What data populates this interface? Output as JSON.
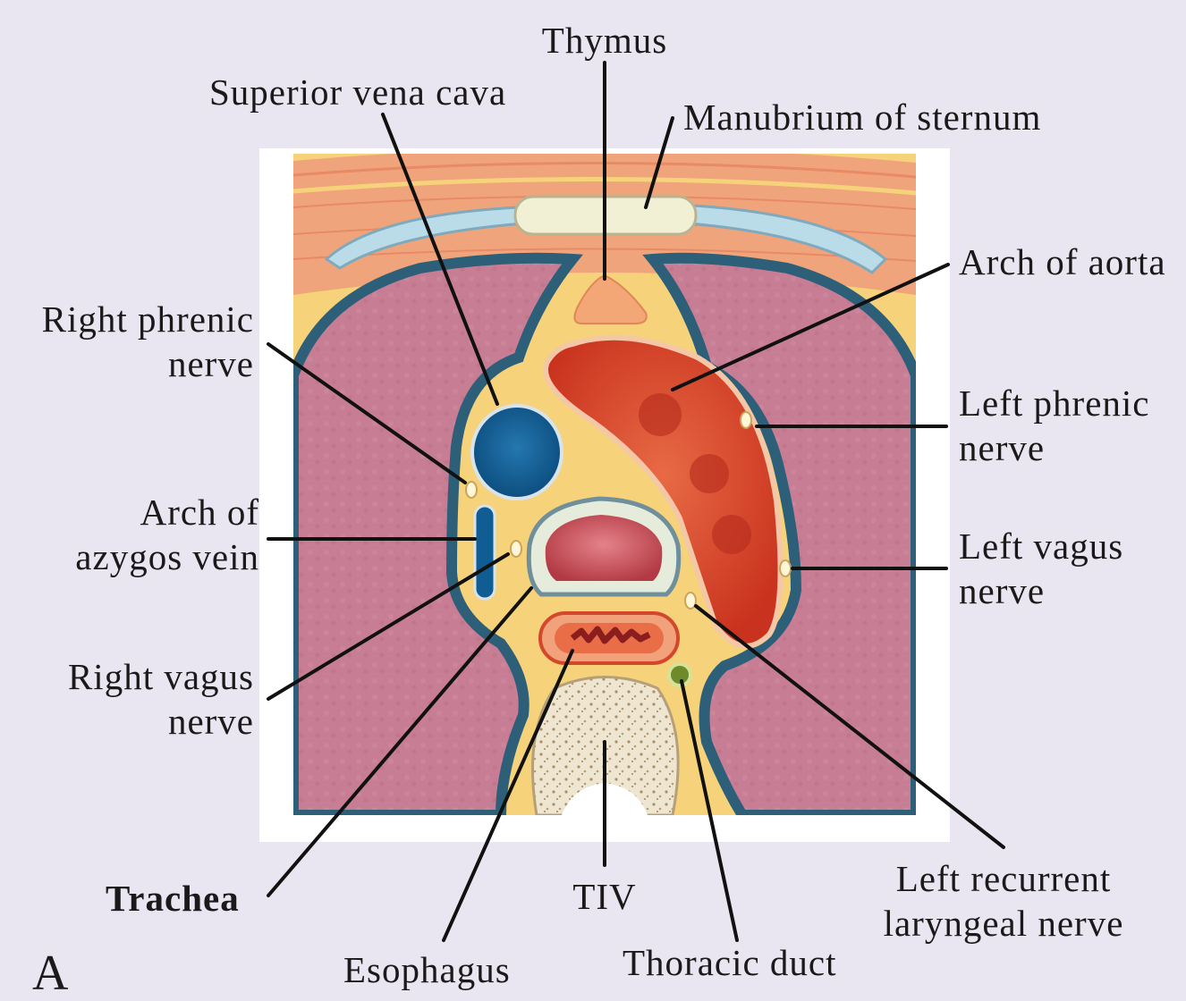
{
  "labels": {
    "thymus": "Thymus",
    "superior_vena_cava": "Superior vena cava",
    "manubrium": "Manubrium of sternum",
    "arch_of_aorta": "Arch of aorta",
    "right_phrenic_1": "Right phrenic",
    "right_phrenic_2": "nerve",
    "left_phrenic_1": "Left phrenic",
    "left_phrenic_2": "nerve",
    "azygos_1": "Arch of",
    "azygos_2": "azygos vein",
    "left_vagus_1": "Left vagus",
    "left_vagus_2": "nerve",
    "right_vagus_1": "Right vagus",
    "right_vagus_2": "nerve",
    "trachea": "Trachea",
    "tiv": "TIV",
    "left_recurrent_1": "Left recurrent",
    "left_recurrent_2": "laryngeal nerve",
    "esophagus": "Esophagus",
    "thoracic_duct": "Thoracic duct",
    "panel": "A"
  },
  "colors": {
    "background": "#e9e6f1",
    "lung": "#c77d93",
    "pleura": "#2e5f79",
    "mediastinal_fat": "#f6d27a",
    "aorta": "#d8452a",
    "svc": "#0f5d93",
    "trachea": "#c24650",
    "esophagus": "#e2603e",
    "bone": "#eadfc8",
    "cartilage": "#e6ecdc"
  }
}
